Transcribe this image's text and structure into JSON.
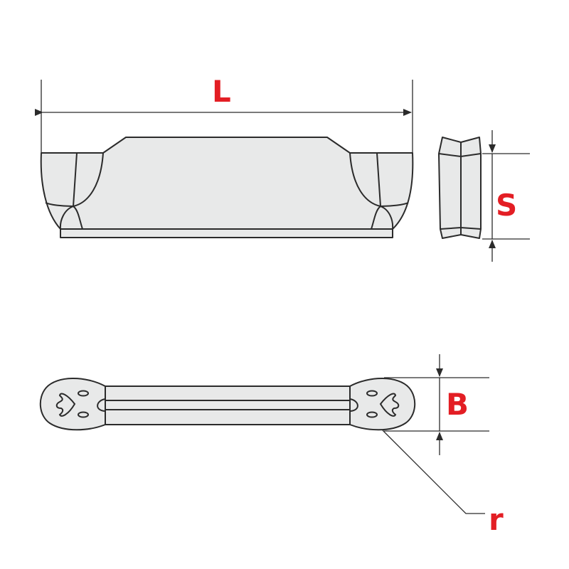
{
  "labels": {
    "length": "L",
    "thickness": "S",
    "width": "B",
    "radius": "r"
  },
  "colors": {
    "label": "#e31e24",
    "fill": "#e8e9e9",
    "stroke": "#2b2b2b"
  }
}
